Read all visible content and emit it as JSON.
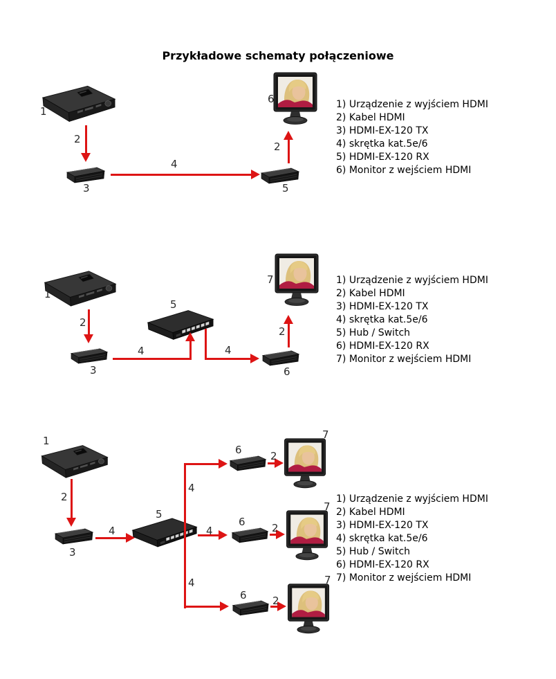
{
  "title": "Przykładowe schematy połączeniowe",
  "colors": {
    "arrow": "#dd1414",
    "text": "#1b1b1b",
    "device_dark": "#1a1a1a",
    "clothing_crimson": "#b01d42",
    "hair_blonde": "#ddc07c"
  },
  "diagram1": {
    "name": "point-to-point",
    "labels": {
      "source": "1",
      "cable1": "2",
      "tx": "3",
      "utp": "4",
      "rx": "5",
      "cable2": "2",
      "monitor": "6"
    },
    "legend": [
      "1) Urządzenie z wyjściem HDMI",
      "2) Kabel HDMI",
      "3) HDMI-EX-120 TX",
      "4) skrętka kat.5e/6",
      "5) HDMI-EX-120 RX",
      "6) Monitor z wejściem HDMI"
    ]
  },
  "diagram2": {
    "name": "via-hub-switch",
    "labels": {
      "source": "1",
      "cable1": "2",
      "tx": "3",
      "utp1": "4",
      "hub": "5",
      "utp2": "4",
      "rx": "6",
      "cable2": "2",
      "monitor": "7"
    },
    "legend": [
      "1) Urządzenie z wyjściem HDMI",
      "2) Kabel HDMI",
      "3) HDMI-EX-120 TX",
      "4) skrętka kat.5e/6",
      "5) Hub / Switch",
      "6) HDMI-EX-120 RX",
      "7) Monitor z wejściem HDMI"
    ]
  },
  "diagram3": {
    "name": "one-to-many-via-hub-switch",
    "labels": {
      "source": "1",
      "cable1": "2",
      "tx": "3",
      "utp0": "4",
      "hub": "5",
      "utp_top": "4",
      "utp_mid": "4",
      "utp_bot": "4",
      "rx_top": "6",
      "cable_top": "2",
      "mon_top": "7",
      "rx_mid": "6",
      "cable_mid": "2",
      "mon_mid": "7",
      "rx_bot": "6",
      "cable_bot": "2",
      "mon_bot": "7"
    },
    "legend": [
      "1) Urządzenie z wyjściem HDMI",
      "2) Kabel HDMI",
      "3) HDMI-EX-120 TX",
      "4) skrętka kat.5e/6",
      "5) Hub / Switch",
      "6) HDMI-EX-120 RX",
      "7) Monitor z wejściem HDMI"
    ]
  }
}
